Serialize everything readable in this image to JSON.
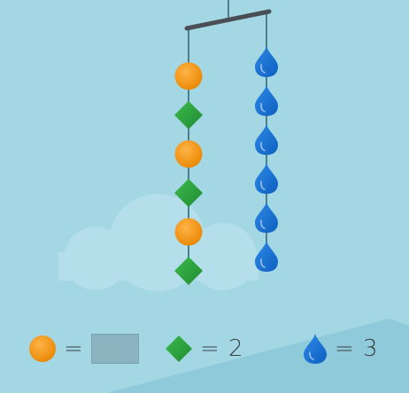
{
  "colors": {
    "background": "#a3d7e3",
    "hill": "#8fcadb",
    "cloud": "#b8e0ec",
    "bar": "#4a4f55",
    "string": "#4d7f8a",
    "circle": "#f0930e",
    "diamond": "#2e9e3e",
    "drop": "#1976d2"
  },
  "mobile": {
    "left_string": [
      "circle",
      "diamond",
      "circle",
      "diamond",
      "circle",
      "diamond"
    ],
    "right_string": [
      "drop",
      "drop",
      "drop",
      "drop",
      "drop",
      "drop"
    ]
  },
  "legend": {
    "circle": {
      "icon": "orange-circle-icon",
      "equals": "=",
      "value": ""
    },
    "diamond": {
      "icon": "green-diamond-icon",
      "equals": "=",
      "text": "= 2"
    },
    "drop": {
      "icon": "blue-drop-icon",
      "equals": "=",
      "text": "= 3"
    }
  }
}
